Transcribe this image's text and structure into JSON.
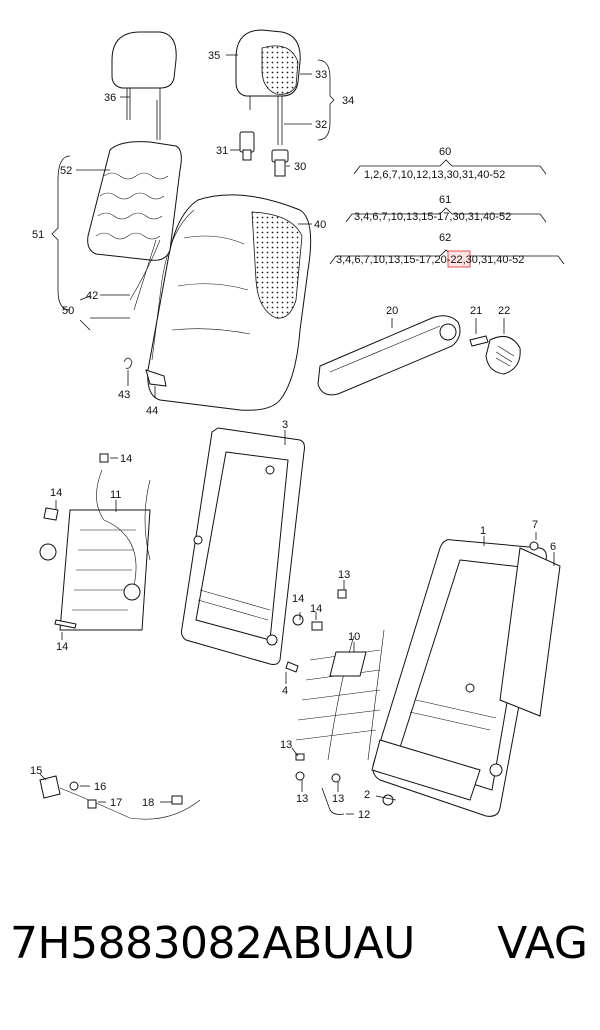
{
  "callouts": {
    "c1": "1",
    "c2": "2",
    "c3": "3",
    "c4": "4",
    "c6": "6",
    "c7": "7",
    "c10": "10",
    "c11": "11",
    "c12": "12",
    "c13a": "13",
    "c13b": "13",
    "c13c": "13",
    "c13d": "13",
    "c14a": "14",
    "c14b": "14",
    "c14c": "14",
    "c14d": "14",
    "c14e": "14",
    "c15": "15",
    "c16": "16",
    "c17": "17",
    "c18": "18",
    "c20": "20",
    "c21": "21",
    "c22": "22",
    "c30": "30",
    "c31": "31",
    "c32": "32",
    "c33": "33",
    "c34": "34",
    "c35": "35",
    "c36": "36",
    "c40": "40",
    "c42": "42",
    "c43": "43",
    "c44": "44",
    "c50": "50",
    "c51": "51",
    "c52": "52"
  },
  "reference_groups": [
    {
      "number": "60",
      "items": "1,2,6,7,10,12,13,30,31,40-52"
    },
    {
      "number": "61",
      "items": "3,4,6,7,10,13,15-17,30,31,40-52"
    },
    {
      "number": "62",
      "items_before": "3,4,6,7,10,13,15-17,",
      "items_highlight": "20-",
      "items_after": "22,30,31,40-52"
    }
  ],
  "highlight_color": "#e05050",
  "footer": {
    "part_number": "7H5883082ABUAU",
    "brand": "VAG"
  }
}
